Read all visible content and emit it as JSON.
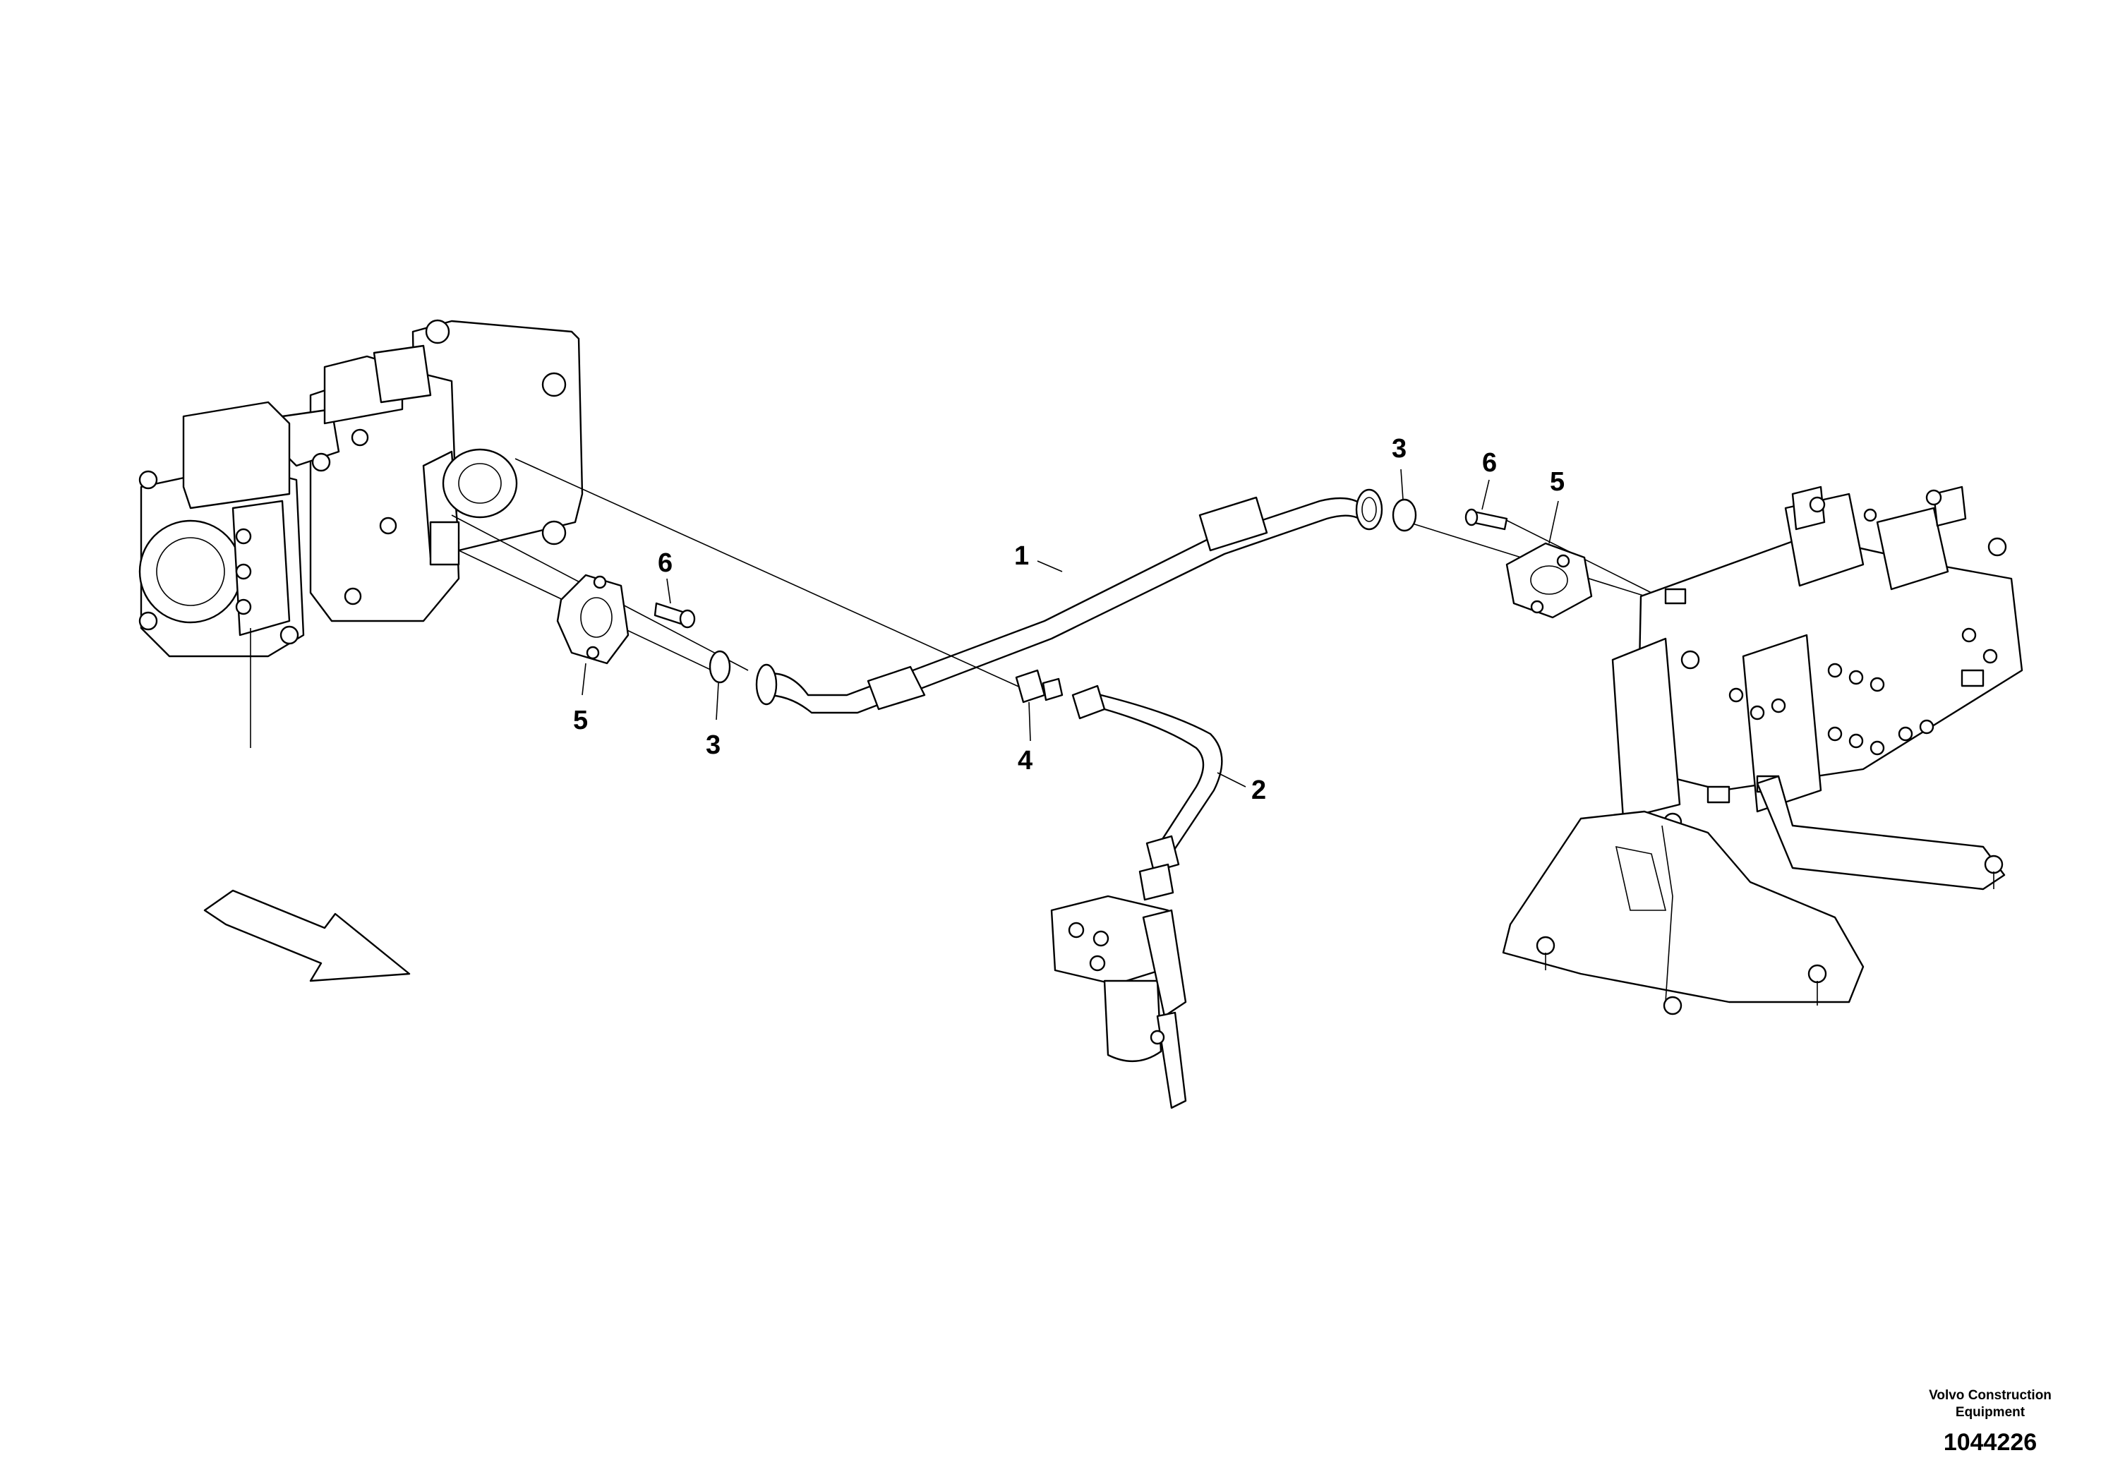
{
  "callouts": {
    "hose_1": "1",
    "hose_2": "2",
    "oring_left": "3",
    "oring_right": "3",
    "nipple": "4",
    "flange_left": "5",
    "flange_right": "5",
    "screw_left": "6",
    "screw_right": "6"
  },
  "footer": {
    "credit_line1": "Volvo Construction",
    "credit_line2": "Equipment",
    "drawing_number": "1044226"
  }
}
